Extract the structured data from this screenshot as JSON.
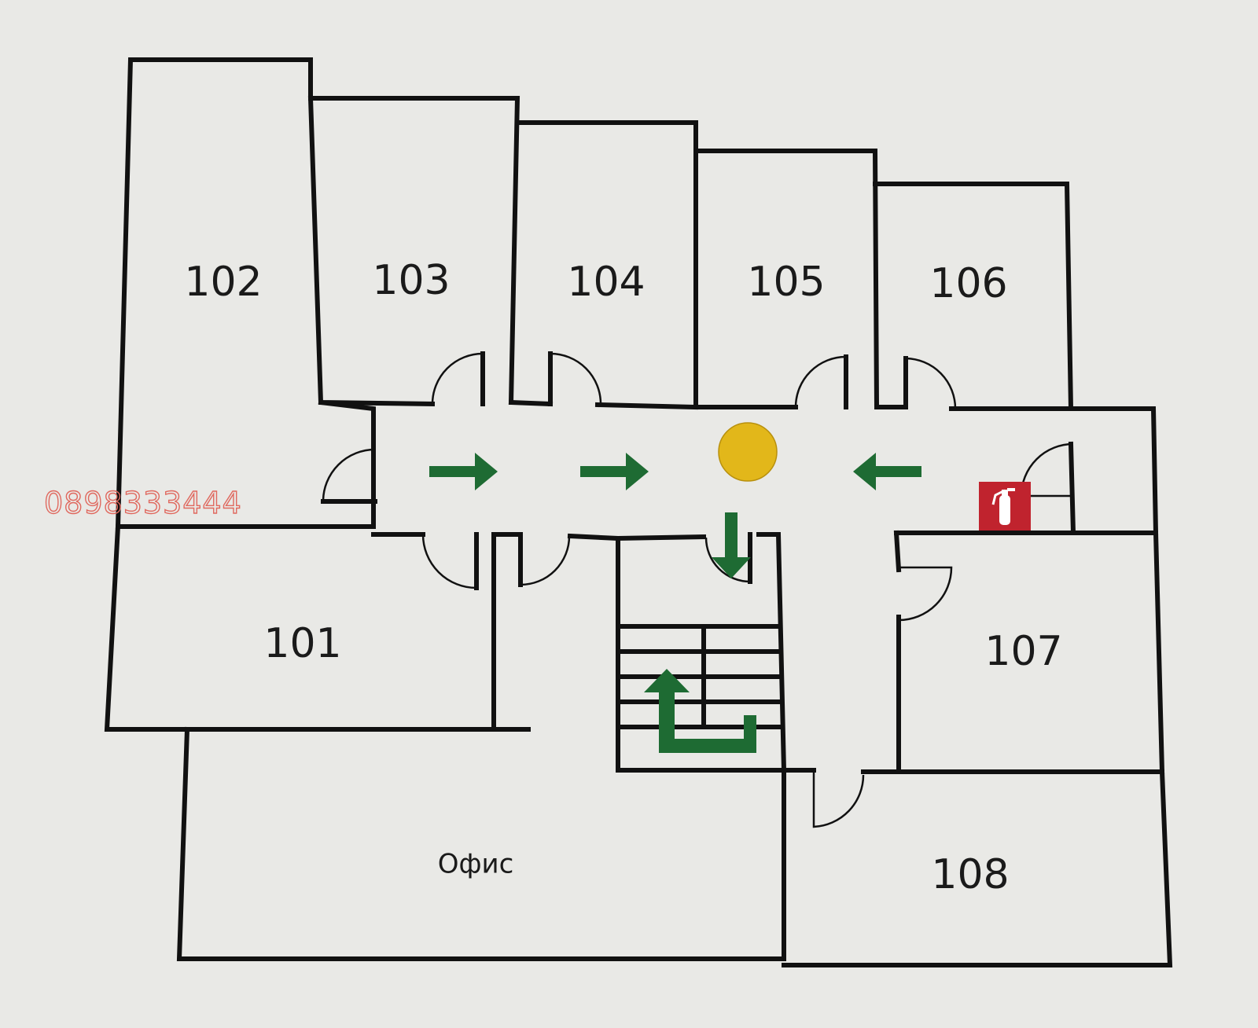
{
  "rooms": [
    {
      "id": "101",
      "label": "101"
    },
    {
      "id": "102",
      "label": "102"
    },
    {
      "id": "103",
      "label": "103"
    },
    {
      "id": "104",
      "label": "104"
    },
    {
      "id": "105",
      "label": "105"
    },
    {
      "id": "106",
      "label": "106"
    },
    {
      "id": "107",
      "label": "107"
    },
    {
      "id": "108",
      "label": "108"
    },
    {
      "id": "office",
      "label": "Офис"
    }
  ],
  "watermark": "0898333444",
  "colors": {
    "walls": "#111111",
    "arrows": "#1e6b33",
    "you_are_here": "#e2b71a",
    "extinguisher_sign": "#c0232e"
  },
  "icons": [
    "you-are-here-marker",
    "fire-extinguisher-icon",
    "evacuation-arrow",
    "staircase"
  ]
}
